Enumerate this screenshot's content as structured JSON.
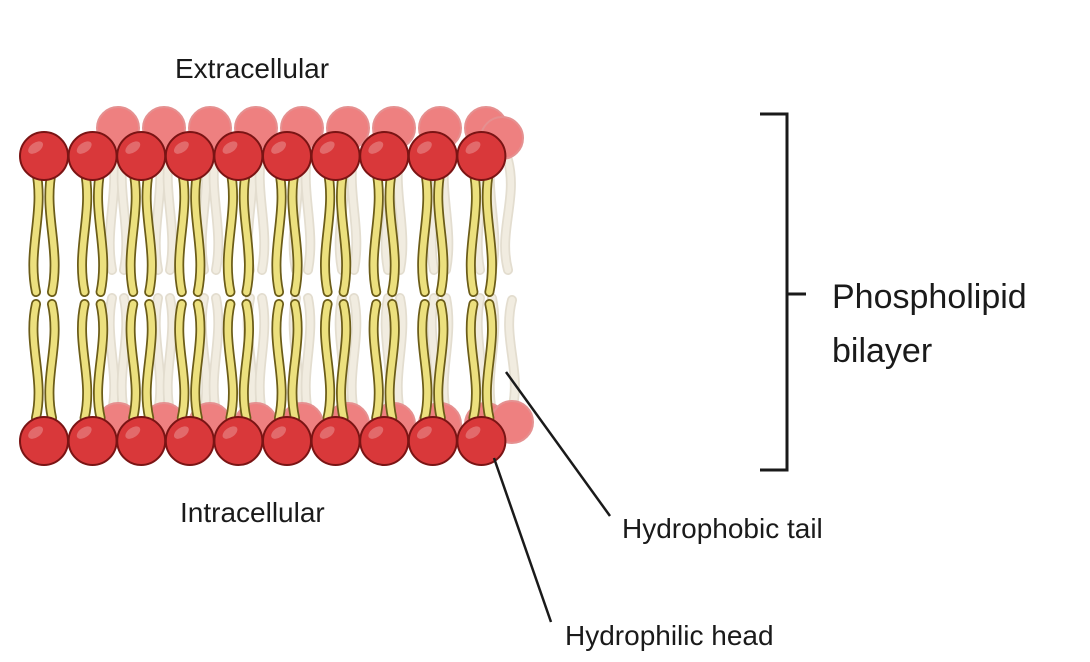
{
  "labels": {
    "extracellular": "Extracellular",
    "intracellular": "Intracellular",
    "bilayer_line1": "Phospholipid",
    "bilayer_line2": "bilayer",
    "tail": "Hydrophobic tail",
    "head": "Hydrophilic head"
  },
  "colors": {
    "head_fill": "#d9383a",
    "head_stroke": "#7a1414",
    "head_back": "#ee8080",
    "tail_fill": "#ece07e",
    "tail_stroke": "#6b5c18",
    "tail_back": "#f1ece0",
    "line": "#1a1a1a"
  },
  "membrane": {
    "front_lipids_per_leaflet": 10,
    "back_lipids_per_leaflet": 9
  }
}
